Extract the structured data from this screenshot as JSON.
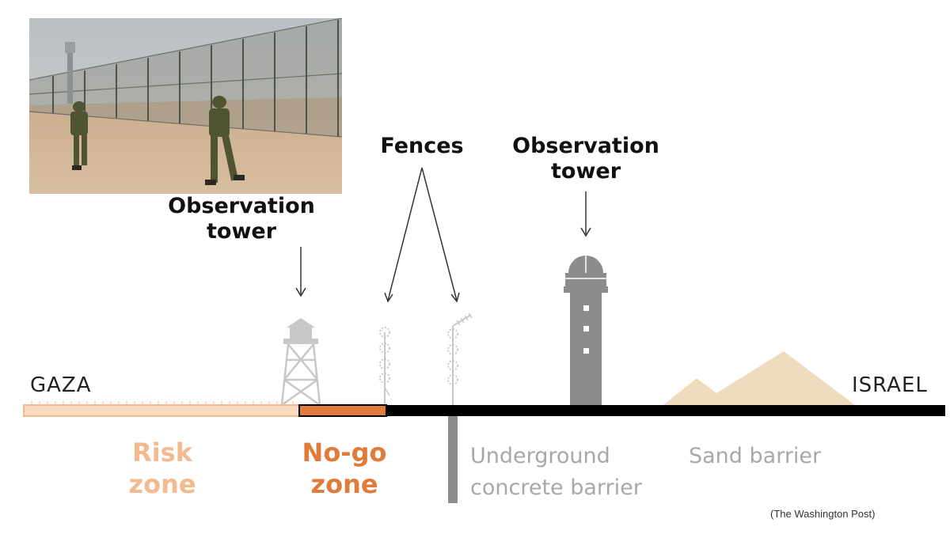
{
  "labels": {
    "observation_tower_small": [
      "Observation",
      "tower"
    ],
    "fences": "Fences",
    "observation_tower_large": [
      "Observation",
      "tower"
    ],
    "gaza": "GAZA",
    "israel": "ISRAEL",
    "risk_zone": [
      "Risk",
      "zone"
    ],
    "no_go_zone": [
      "No-go",
      "zone"
    ],
    "underground_barrier": [
      "Underground",
      "concrete barrier"
    ],
    "sand_barrier": "Sand barrier",
    "credit": "(The Washington Post)"
  },
  "colors": {
    "risk_zone": "#f3b98f",
    "risk_zone_fill": "#f8d9c2",
    "no_go_zone": "#e07b39",
    "ground": "#000000",
    "structures": "#c8c8c8",
    "tower_large": "#8c8c8c",
    "sand": "#efdcbf"
  }
}
